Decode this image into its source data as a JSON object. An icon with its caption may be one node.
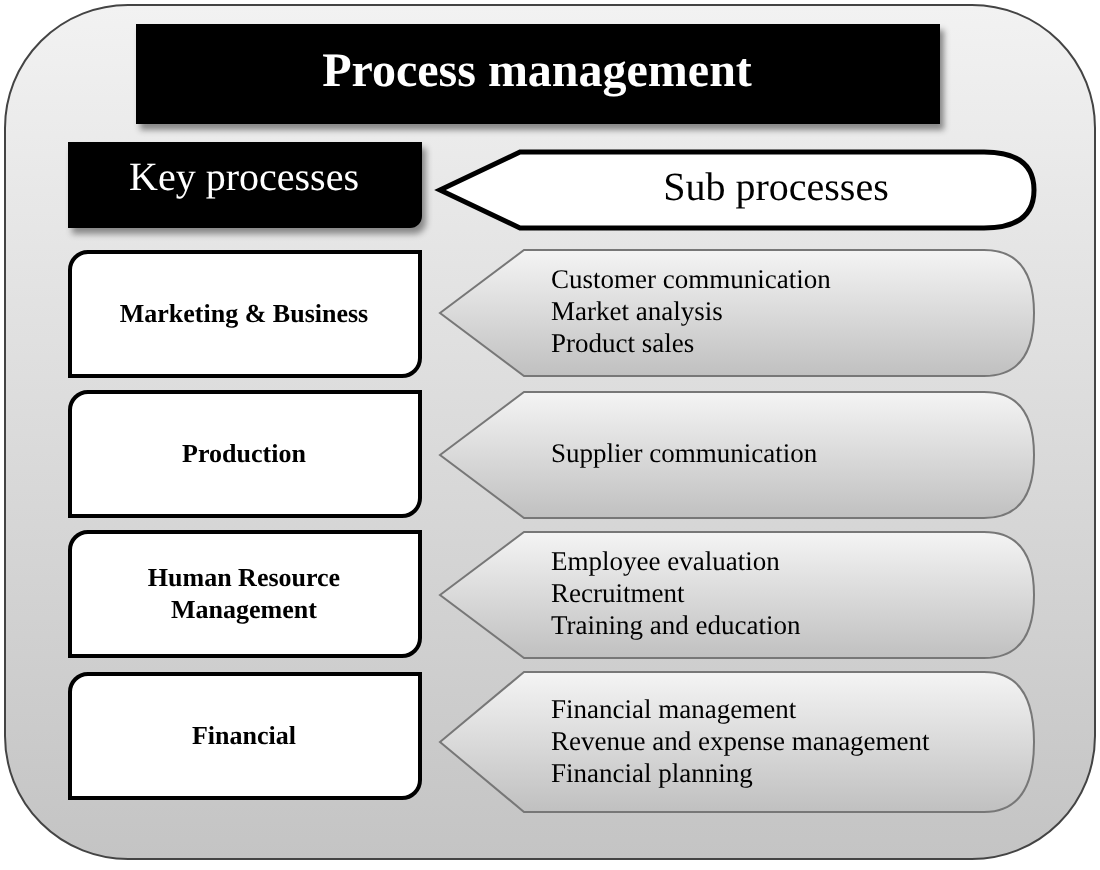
{
  "diagram": {
    "nodes": [
      {
        "text": [],
        "shape": "box"
      },
      {
        "text": [
          "Process management"
        ],
        "in": 0
      },
      {
        "text": [
          "Key processes"
        ],
        "in": 0
      },
      {
        "text": [
          "Sub processes"
        ],
        "in": 0
      },
      {
        "text": [
          "Marketing & Business"
        ],
        "in": 0
      },
      {
        "text": [
          "Customer communication",
          "Market analysis",
          "Product sales"
        ],
        "in": 0
      },
      {
        "text": [
          "Production"
        ],
        "in": 0
      },
      {
        "text": [
          "Supplier communication"
        ],
        "in": 0
      },
      {
        "text": [
          "Human Resource Management"
        ],
        "in": 0
      },
      {
        "text": [
          "Employee evaluation",
          "Recruitment",
          "Training and education"
        ],
        "in": 0
      },
      {
        "text": [
          "Financial"
        ],
        "in": 0
      },
      {
        "text": [
          "Financial management",
          "Revenue and expense management",
          "Financial planning"
        ],
        "in": 0
      }
    ]
  }
}
